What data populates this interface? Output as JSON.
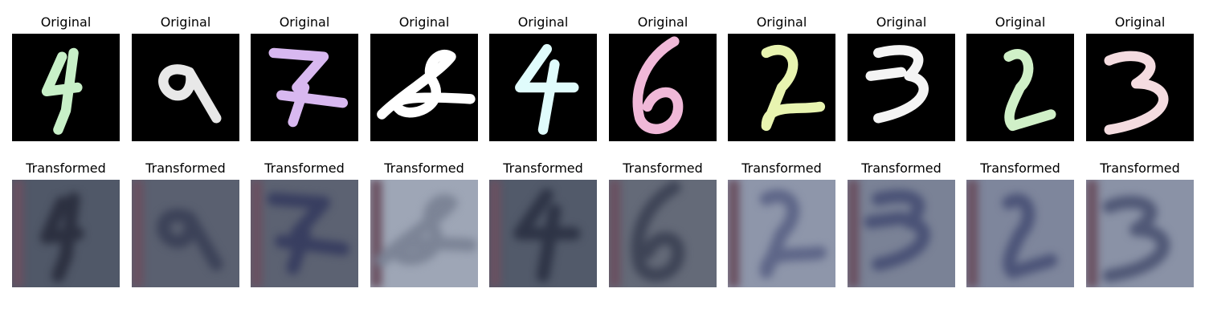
{
  "figure": {
    "original_title": "Original",
    "transformed_title": "Transformed"
  },
  "samples": [
    {
      "digit": "4",
      "color": "#c8f0c8",
      "glyph": "four-a"
    },
    {
      "digit": "9",
      "color": "#e8e8e8",
      "glyph": "nine"
    },
    {
      "digit": "7",
      "color": "#d8b8f0",
      "glyph": "seven"
    },
    {
      "digit": "8",
      "color": "#ffffff",
      "glyph": "eight"
    },
    {
      "digit": "4",
      "color": "#e0fcfc",
      "glyph": "four-b"
    },
    {
      "digit": "6",
      "color": "#f0b8d8",
      "glyph": "six"
    },
    {
      "digit": "2",
      "color": "#e8f4b0",
      "glyph": "two-a"
    },
    {
      "digit": "3",
      "color": "#f4f4f4",
      "glyph": "three-a"
    },
    {
      "digit": "2",
      "color": "#d0f0c8",
      "glyph": "two-b"
    },
    {
      "digit": "3",
      "color": "#f4dce0",
      "glyph": "three-b"
    }
  ]
}
